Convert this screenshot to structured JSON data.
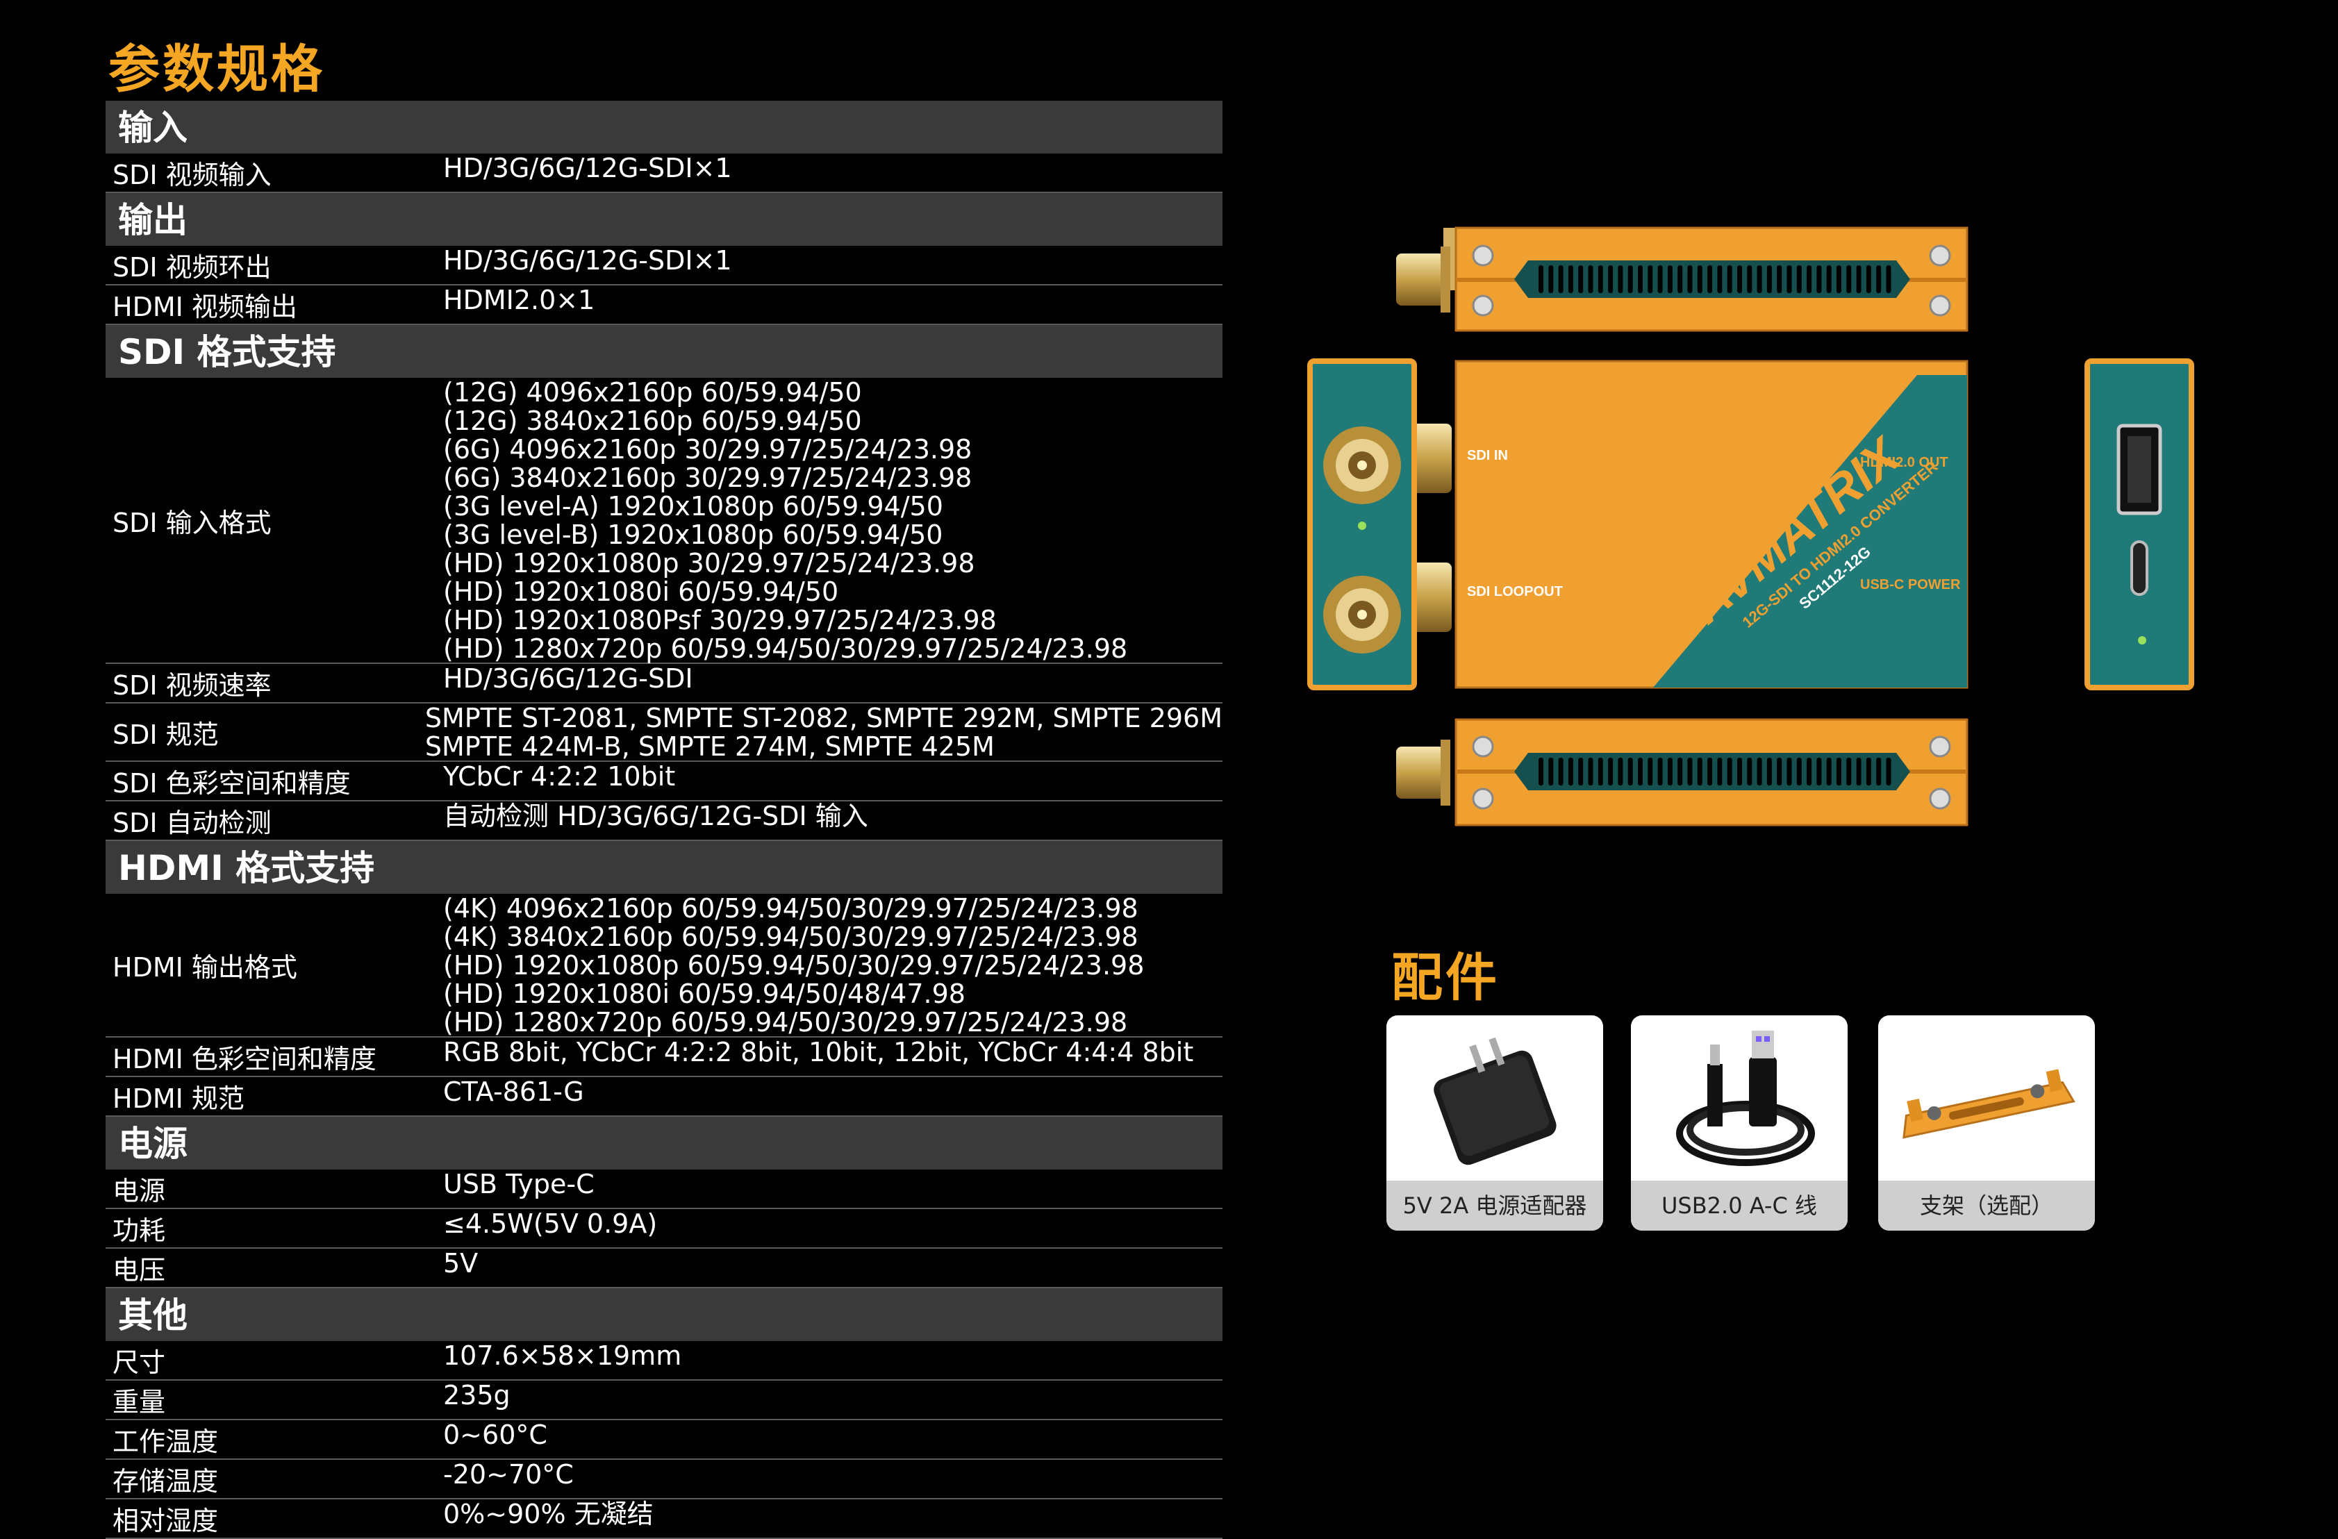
{
  "page_title": "参数规格",
  "sections": [
    {
      "title": "输入",
      "rows": [
        {
          "label": "SDI 视频输入",
          "values": [
            "HD/3G/6G/12G-SDI×1"
          ]
        }
      ]
    },
    {
      "title": "输出",
      "rows": [
        {
          "label": "SDI 视频环出",
          "values": [
            "HD/3G/6G/12G-SDI×1"
          ]
        },
        {
          "label": "HDMI 视频输出",
          "values": [
            "HDMI2.0×1"
          ]
        }
      ]
    },
    {
      "title": "SDI 格式支持",
      "rows": [
        {
          "label": "SDI 输入格式",
          "values": [
            "(12G) 4096x2160p 60/59.94/50",
            "(12G) 3840x2160p 60/59.94/50",
            "(6G) 4096x2160p 30/29.97/25/24/23.98",
            "(6G) 3840x2160p 30/29.97/25/24/23.98",
            "(3G level-A) 1920x1080p 60/59.94/50",
            "(3G level-B) 1920x1080p 60/59.94/50",
            "(HD) 1920x1080p 30/29.97/25/24/23.98",
            "(HD) 1920x1080i 60/59.94/50",
            "(HD) 1920x1080Psf 30/29.97/25/24/23.98",
            "(HD) 1280x720p 60/59.94/50/30/29.97/25/24/23.98"
          ]
        },
        {
          "label": "SDI 视频速率",
          "values": [
            "HD/3G/6G/12G-SDI"
          ]
        },
        {
          "label": "SDI 规范",
          "values": [
            "SMPTE ST-2081, SMPTE ST-2082, SMPTE 292M, SMPTE 296M",
            "SMPTE 424M-B, SMPTE 274M, SMPTE 425M"
          ]
        },
        {
          "label": "SDI 色彩空间和精度",
          "values": [
            "YCbCr 4:2:2 10bit"
          ]
        },
        {
          "label": "SDI 自动检测",
          "values": [
            "自动检测 HD/3G/6G/12G-SDI 输入"
          ]
        }
      ]
    },
    {
      "title": "HDMI 格式支持",
      "rows": [
        {
          "label": "HDMI 输出格式",
          "values": [
            "(4K) 4096x2160p 60/59.94/50/30/29.97/25/24/23.98",
            "(4K) 3840x2160p 60/59.94/50/30/29.97/25/24/23.98",
            "(HD) 1920x1080p 60/59.94/50/30/29.97/25/24/23.98",
            "(HD) 1920x1080i 60/59.94/50/48/47.98",
            "(HD) 1280x720p 60/59.94/50/30/29.97/25/24/23.98"
          ]
        },
        {
          "label": "HDMI 色彩空间和精度",
          "values": [
            "RGB 8bit, YCbCr 4:2:2 8bit, 10bit, 12bit, YCbCr 4:4:4 8bit"
          ]
        },
        {
          "label": "HDMI 规范",
          "values": [
            "CTA-861-G"
          ]
        }
      ]
    },
    {
      "title": "电源",
      "rows": [
        {
          "label": "电源",
          "values": [
            "USB Type-C"
          ]
        },
        {
          "label": "功耗",
          "values": [
            "≤4.5W(5V 0.9A)"
          ]
        },
        {
          "label": "电压",
          "values": [
            "5V"
          ]
        }
      ]
    },
    {
      "title": "其他",
      "rows": [
        {
          "label": "尺寸",
          "values": [
            "107.6×58×19mm"
          ]
        },
        {
          "label": "重量",
          "values": [
            "235g"
          ]
        },
        {
          "label": "工作温度",
          "values": [
            "0~60°C"
          ]
        },
        {
          "label": "存储温度",
          "values": [
            "-20~70°C"
          ]
        },
        {
          "label": "相对湿度",
          "values": [
            "0%~90% 无凝结"
          ]
        }
      ]
    }
  ],
  "product": {
    "brand": "AVMATRIX",
    "model_line1": "12G-SDI TO HDMI2.0 CONVERTER",
    "model_line2": "SC1112-12G",
    "port_sdi_in": "SDI IN",
    "port_sdi_loopout": "SDI LOOPOUT",
    "port_hdmi_out": "HDMI2.0 OUT",
    "port_usbc_power": "USB-C POWER",
    "colors": {
      "orange": "#f0a030",
      "teal": "#1f7a78"
    }
  },
  "accessories_title": "配件",
  "accessories": [
    {
      "label": "5V 2A 电源适配器",
      "icon": "power-adapter-icon"
    },
    {
      "label": "USB2.0 A-C 线",
      "icon": "usb-cable-icon"
    },
    {
      "label": "支架（选配）",
      "icon": "mounting-bracket-icon"
    }
  ]
}
